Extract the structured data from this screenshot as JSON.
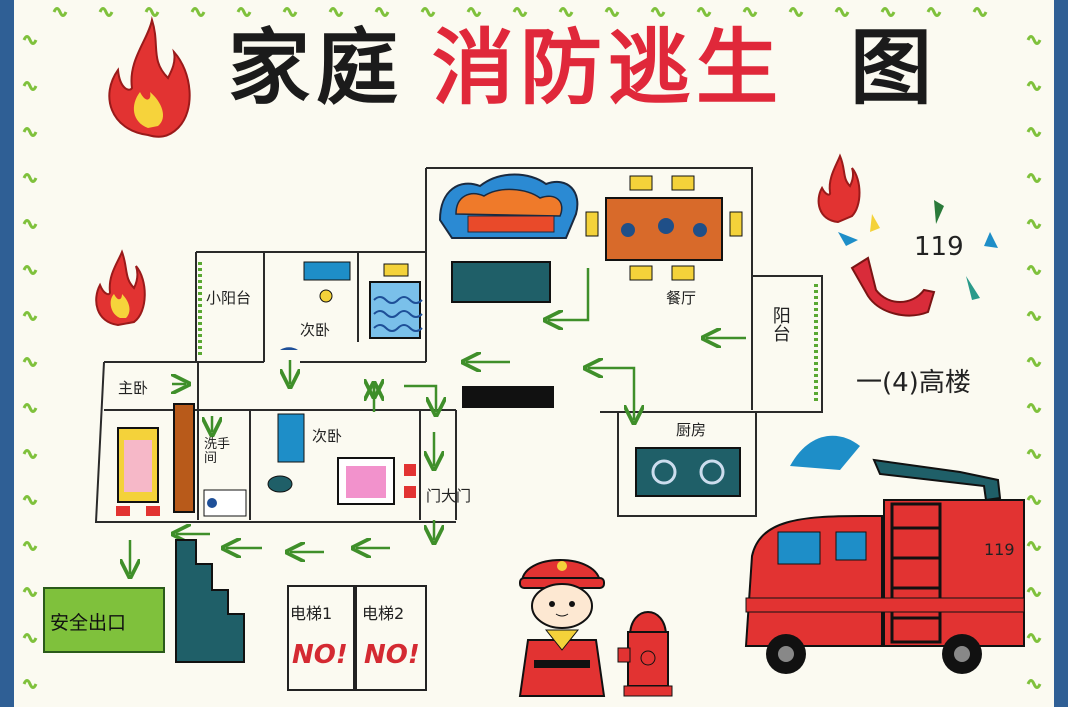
{
  "title": {
    "part1": "家庭",
    "part2": "消防逃生",
    "part3": "图",
    "part1_color": "#1b1b1b",
    "part2_color": "#e0283a",
    "part3_color": "#1b1b1b"
  },
  "rooms": {
    "small_balcony": "小阳台",
    "second_bedroom_top": "次卧",
    "master_bedroom": "主卧",
    "bathroom": "洗手间",
    "second_bedroom_mid": "次卧",
    "dining": "餐厅",
    "balcony": "阳台",
    "kitchen": "厨房",
    "main_door": "门大门"
  },
  "elevators": {
    "elevator1": "电梯1",
    "elevator2": "电梯2",
    "no1": "NO!",
    "no2": "NO!"
  },
  "exit": "安全出口",
  "phone": "119",
  "truck_number": "119",
  "side_note": "一(4)高楼",
  "icons": [
    "flame-icon",
    "phone-119-icon",
    "fire-truck-icon",
    "firefighter-icon",
    "fire-hydrant-icon",
    "arrow-icon"
  ],
  "colors": {
    "border_bg": "#2f5f95",
    "paper": "#fbfaf1",
    "green": "#7fc13c",
    "red": "#d92c3a",
    "yellow": "#f4d23a",
    "teal": "#1f5f68"
  }
}
